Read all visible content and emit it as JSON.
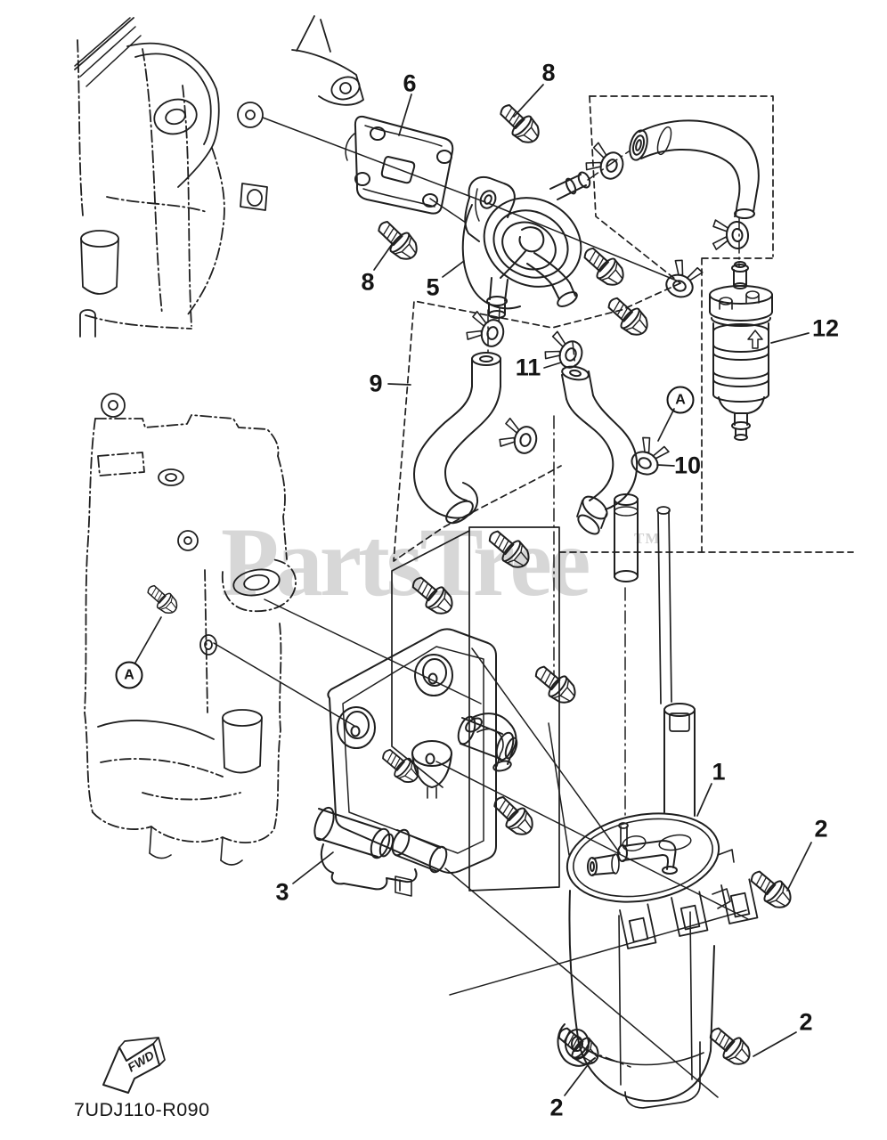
{
  "watermark": {
    "text": "PartsTree",
    "tm": "TM",
    "color": "#d7d7d7"
  },
  "footer": {
    "drawing_code": "7UDJ110-R090"
  },
  "fwd": {
    "label": "FWD"
  },
  "callouts": {
    "c1": "1",
    "c2a": "2",
    "c2b": "2",
    "c2c": "2",
    "c3": "3",
    "c5": "5",
    "c6": "6",
    "c8a": "8",
    "c8b": "8",
    "c9": "9",
    "c10": "10",
    "c11": "11",
    "c12": "12",
    "ca_left": "A",
    "ca_right": "A"
  },
  "colors": {
    "line": "#1f1f1f",
    "watermark": "#d7d7d7",
    "background": "#ffffff"
  }
}
